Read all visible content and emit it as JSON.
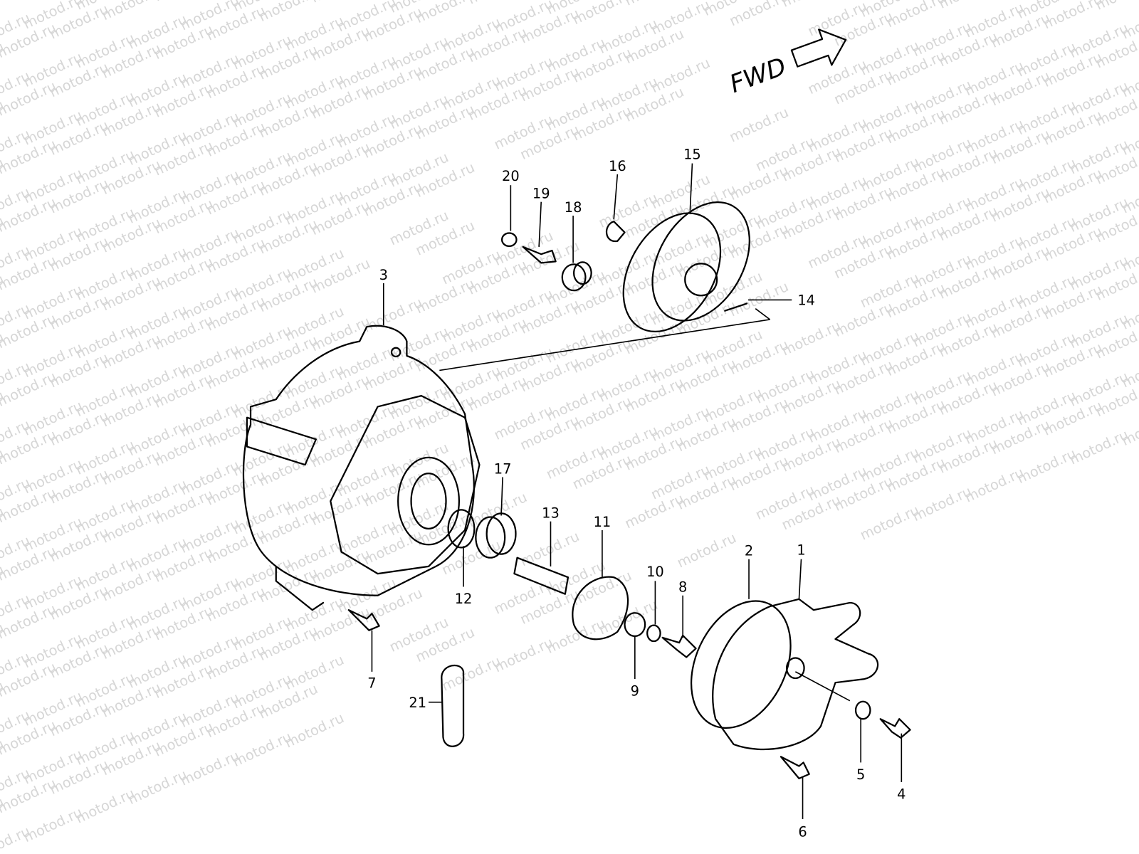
{
  "watermark": "motod.ru",
  "direction_label": "FWD",
  "parts": [
    {
      "number": "1"
    },
    {
      "number": "2"
    },
    {
      "number": "3"
    },
    {
      "number": "4"
    },
    {
      "number": "5"
    },
    {
      "number": "6"
    },
    {
      "number": "7"
    },
    {
      "number": "8"
    },
    {
      "number": "9"
    },
    {
      "number": "10"
    },
    {
      "number": "11"
    },
    {
      "number": "12"
    },
    {
      "number": "13"
    },
    {
      "number": "14"
    },
    {
      "number": "15"
    },
    {
      "number": "16"
    },
    {
      "number": "17"
    },
    {
      "number": "18"
    },
    {
      "number": "19"
    },
    {
      "number": "20"
    },
    {
      "number": "21"
    }
  ]
}
